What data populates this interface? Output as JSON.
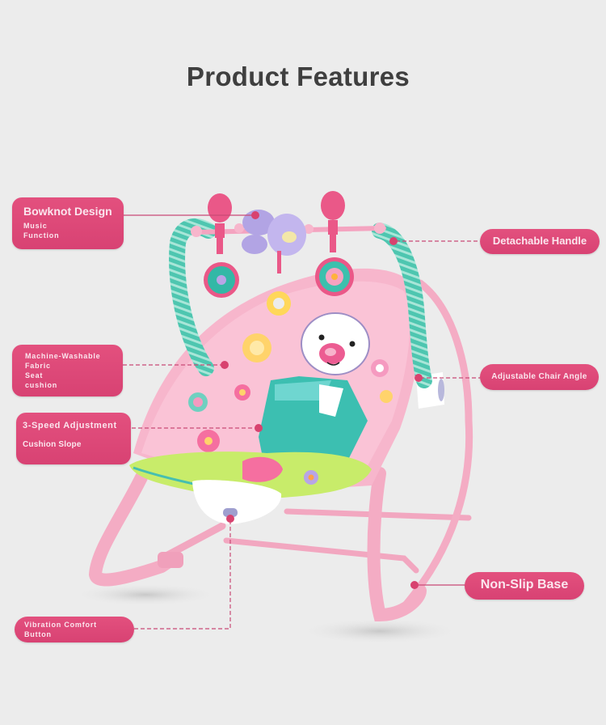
{
  "page": {
    "title": "Product Features",
    "accent_color": "#d84273",
    "background_color": "#ececec"
  },
  "product": {
    "name": "baby-rocker-chair",
    "icon": "baby-rocker-icon"
  },
  "callouts": [
    {
      "id": "bowknot",
      "main": "Bowknot Design",
      "sub": [
        "Music",
        "Function"
      ],
      "side": "left"
    },
    {
      "id": "washable",
      "main": "",
      "sub": [
        "Machine-Washable",
        "Fabric",
        "Seat",
        "cushion"
      ],
      "side": "left"
    },
    {
      "id": "speed",
      "main": "3-Speed Adjustment",
      "sub": [
        "",
        "Cushion Slope"
      ],
      "side": "left"
    },
    {
      "id": "vibration",
      "main": "",
      "sub": [
        "Vibration Comfort",
        "Button"
      ],
      "side": "left"
    },
    {
      "id": "handle",
      "main": "Detachable Handle",
      "sub": [],
      "side": "right"
    },
    {
      "id": "angle",
      "main": "Adjustable Chair Angle",
      "sub": [],
      "side": "right"
    },
    {
      "id": "base",
      "main": "Non-Slip Base",
      "sub": [],
      "side": "right"
    }
  ]
}
